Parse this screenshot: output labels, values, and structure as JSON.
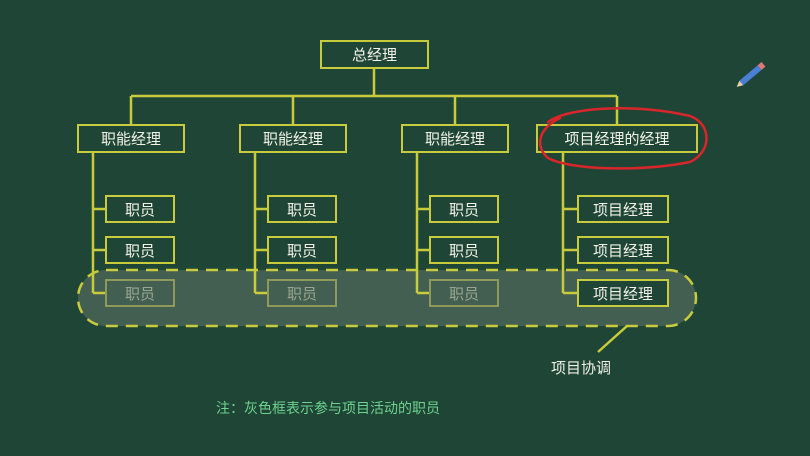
{
  "diagram": {
    "top": "总经理",
    "departments": [
      {
        "head": "职能经理",
        "members": [
          "职员",
          "职员",
          "职员"
        ]
      },
      {
        "head": "职能经理",
        "members": [
          "职员",
          "职员",
          "职员"
        ]
      },
      {
        "head": "职能经理",
        "members": [
          "职员",
          "职员",
          "职员"
        ]
      },
      {
        "head": "项目经理的经理",
        "members": [
          "项目经理",
          "项目经理",
          "项目经理"
        ]
      }
    ],
    "coordination_label": "项目协调",
    "note": "注：灰色框表示参与项目活动的职员"
  },
  "colors": {
    "background": "#1e4535",
    "box_border": "#c8cc3c",
    "highlight_circle": "#d8262b",
    "dashed_border": "#c8cc3c",
    "note_text": "#6fd28f"
  }
}
